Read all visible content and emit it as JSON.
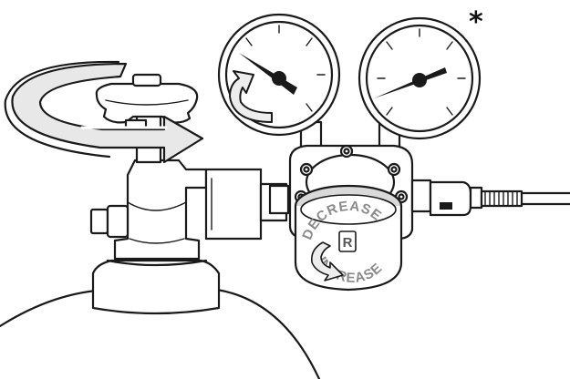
{
  "annotation": {
    "asterisk": "*"
  },
  "knob": {
    "top_label": "DECREASE",
    "bottom_label": "INCREASE",
    "badge_letter": "R"
  },
  "icons": {
    "rotation_arrow": "counter-clockwise-arrow-icon",
    "gauge_arrow": "circular-arrow-icon",
    "knob_arrow": "circular-arrow-icon"
  },
  "colors": {
    "line": "#1a1a1a",
    "fill": "#ffffff",
    "shade": "#d9d9d9",
    "knob_text": "#8a8a8a",
    "arrow_light": "#e8e8e8"
  }
}
